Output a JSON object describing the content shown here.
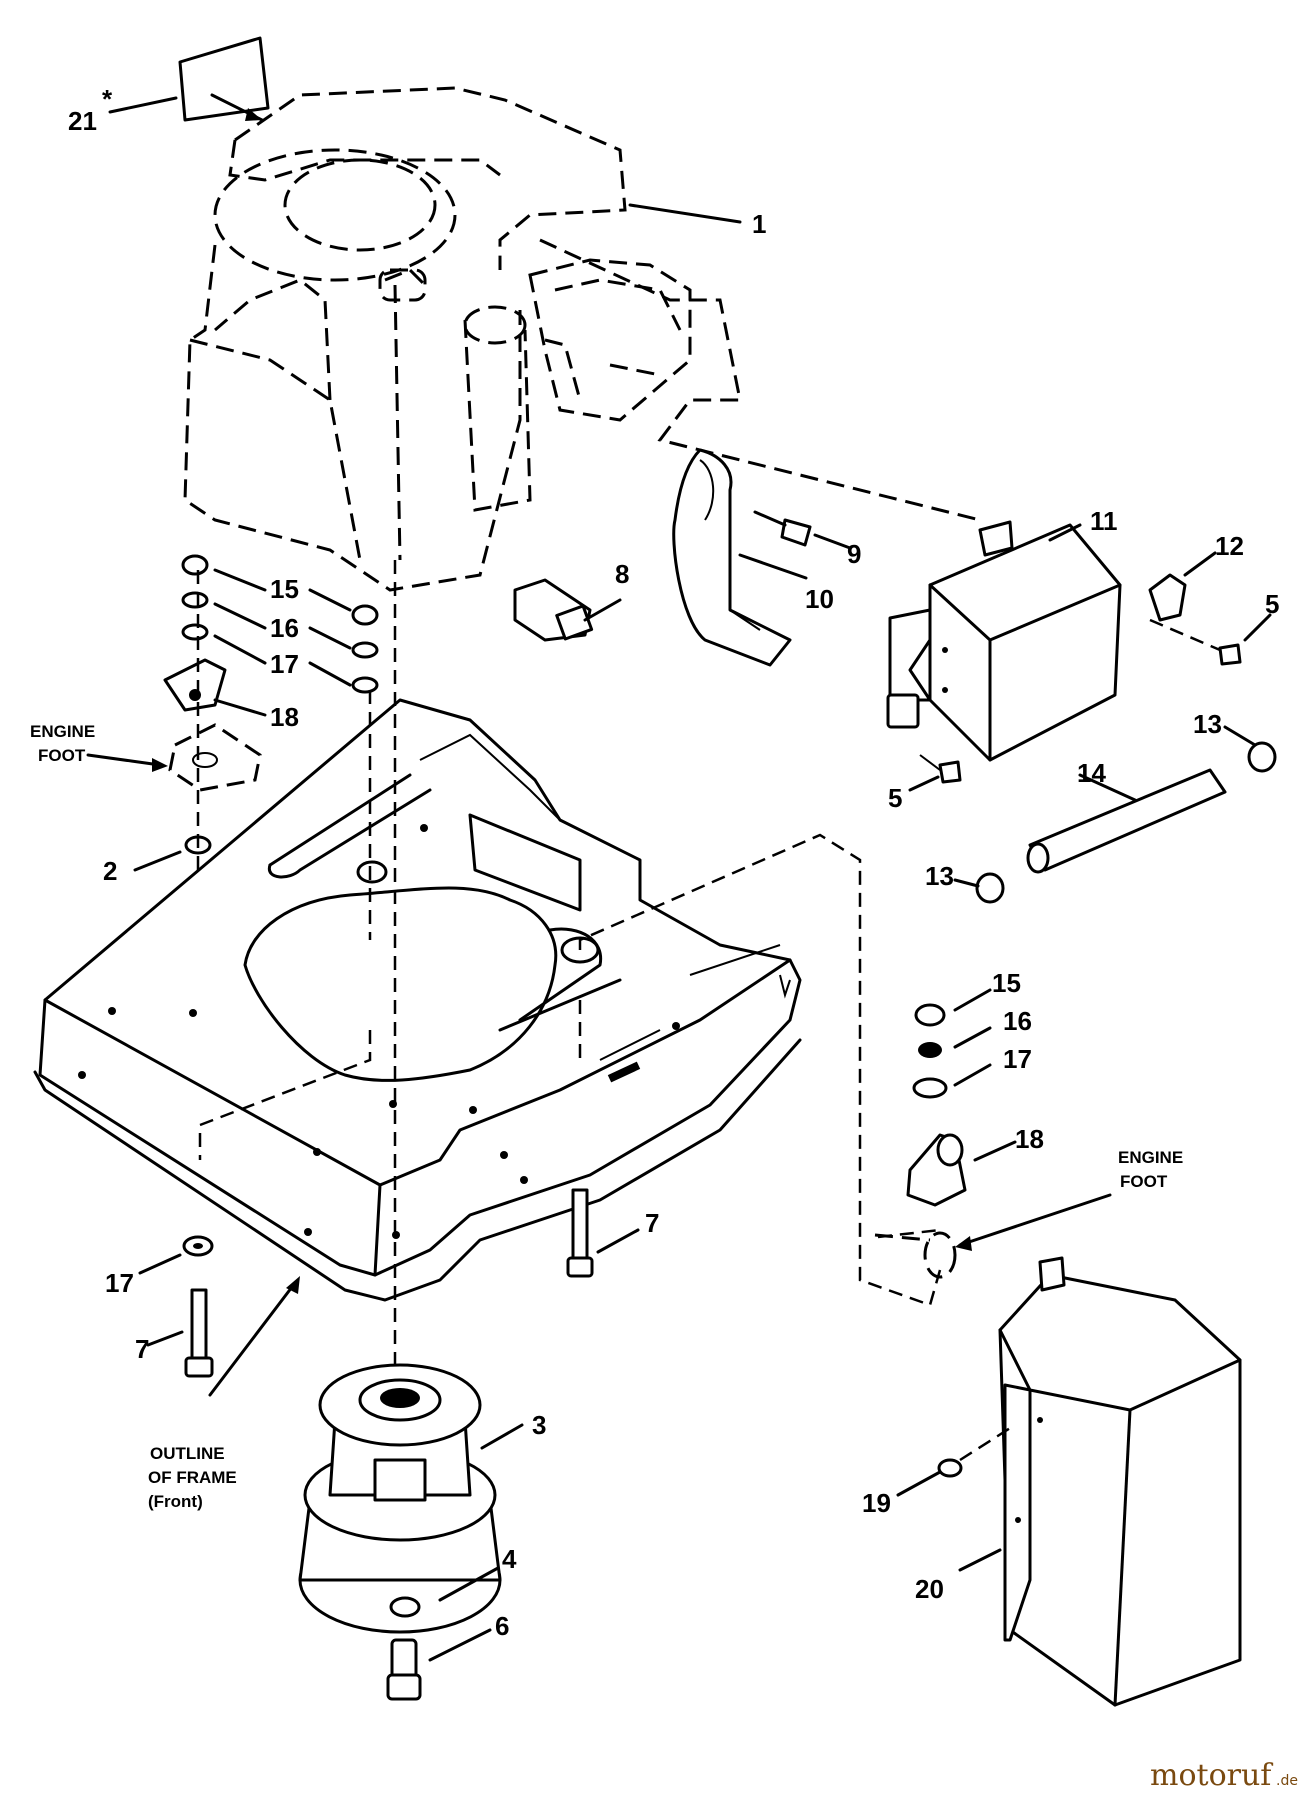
{
  "callouts": [
    {
      "id": "c21",
      "text": "21"
    },
    {
      "id": "c1",
      "text": "1"
    },
    {
      "id": "c9",
      "text": "9"
    },
    {
      "id": "c8",
      "text": "8"
    },
    {
      "id": "c10",
      "text": "10"
    },
    {
      "id": "c11",
      "text": "11"
    },
    {
      "id": "c12",
      "text": "12"
    },
    {
      "id": "c5a",
      "text": "5"
    },
    {
      "id": "c5b",
      "text": "5"
    },
    {
      "id": "c13a",
      "text": "13"
    },
    {
      "id": "c13b",
      "text": "13"
    },
    {
      "id": "c14",
      "text": "14"
    },
    {
      "id": "c15a",
      "text": "15"
    },
    {
      "id": "c16a",
      "text": "16"
    },
    {
      "id": "c17a",
      "text": "17"
    },
    {
      "id": "c18a",
      "text": "18"
    },
    {
      "id": "c2",
      "text": "2"
    },
    {
      "id": "c15b",
      "text": "15"
    },
    {
      "id": "c16b",
      "text": "16"
    },
    {
      "id": "c17b",
      "text": "17"
    },
    {
      "id": "c18b",
      "text": "18"
    },
    {
      "id": "c7a",
      "text": "7"
    },
    {
      "id": "c17c",
      "text": "17"
    },
    {
      "id": "c7b",
      "text": "7"
    },
    {
      "id": "c3",
      "text": "3"
    },
    {
      "id": "c4",
      "text": "4"
    },
    {
      "id": "c6",
      "text": "6"
    },
    {
      "id": "c19",
      "text": "19"
    },
    {
      "id": "c20",
      "text": "20"
    }
  ],
  "asterisk": "*",
  "labels": {
    "engine_foot_left_1": "ENGINE",
    "engine_foot_left_2": "FOOT",
    "engine_foot_right_1": "ENGINE",
    "engine_foot_right_2": "FOOT",
    "outline_1": "OUTLINE",
    "outline_2": "OF FRAME",
    "outline_3": "(Front)"
  },
  "watermark": {
    "brand": "motoruf",
    "suffix": ".de"
  }
}
